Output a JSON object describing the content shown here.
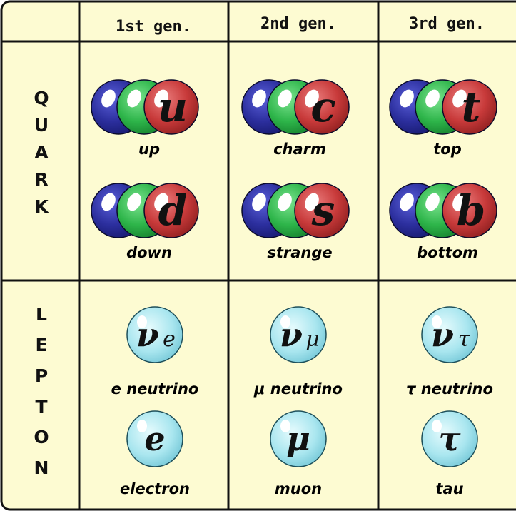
{
  "headers": [
    "1st gen.",
    "2nd gen.",
    "3rd gen."
  ],
  "rows": {
    "quark": {
      "label": "QUARK"
    },
    "lepton": {
      "label": "LEPTON"
    }
  },
  "quarks": [
    {
      "symbol": "u",
      "name": "up"
    },
    {
      "symbol": "c",
      "name": "charm"
    },
    {
      "symbol": "t",
      "name": "top"
    },
    {
      "symbol": "d",
      "name": "down"
    },
    {
      "symbol": "s",
      "name": "strange"
    },
    {
      "symbol": "b",
      "name": "bottom"
    }
  ],
  "leptons": [
    {
      "symbol": "ν",
      "sub": "e",
      "name": "e neutrino"
    },
    {
      "symbol": "ν",
      "sub": "μ",
      "name": "μ neutrino"
    },
    {
      "symbol": "ν",
      "sub": "τ",
      "name": "τ neutrino"
    },
    {
      "symbol": "e",
      "sub": "",
      "name": "electron"
    },
    {
      "symbol": "μ",
      "sub": "",
      "name": "muon"
    },
    {
      "symbol": "τ",
      "sub": "",
      "name": "tau"
    }
  ],
  "colors": {
    "background": "#fdfbd2",
    "grid": "#111111",
    "blue_ball": "#2c2f9e",
    "green_ball": "#2eb54a",
    "red_ball": "#c83a3a",
    "lepton_ball": "#a9e6ef"
  }
}
